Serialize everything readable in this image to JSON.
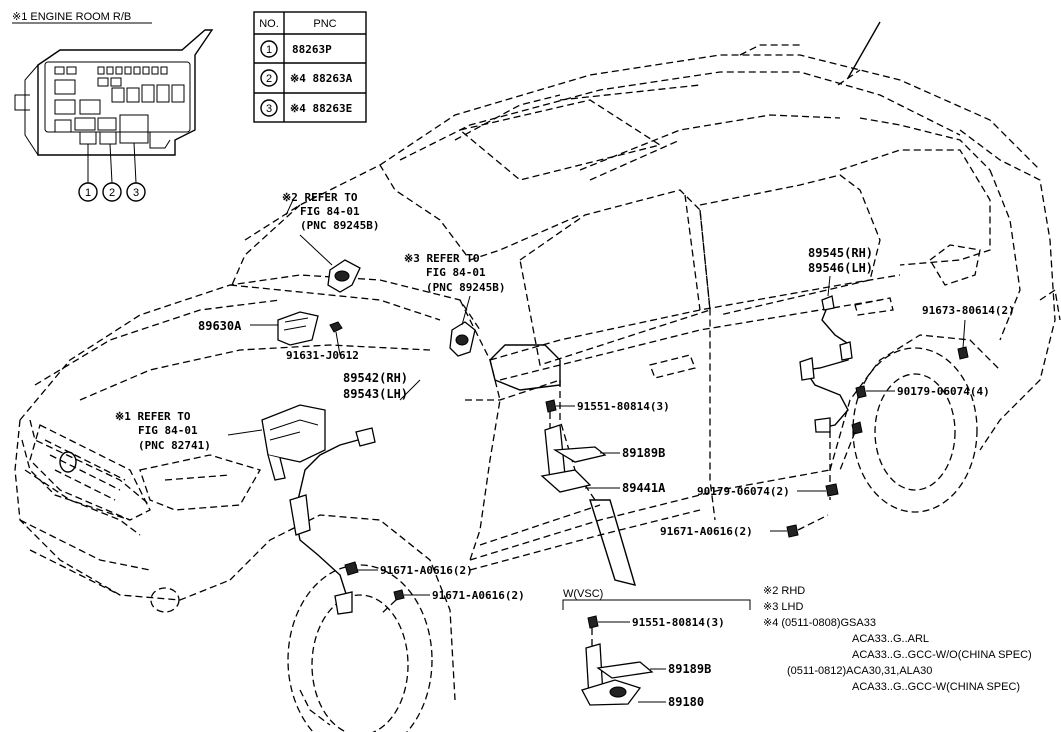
{
  "engine_room": {
    "title": "※1 ENGINE ROOM R/B",
    "markers": [
      "1",
      "2",
      "3"
    ]
  },
  "pnc_table": {
    "headers": [
      "NO.",
      "PNC"
    ],
    "rows": [
      {
        "no": "1",
        "pnc": "88263P"
      },
      {
        "no": "2",
        "pnc": "※4 88263A"
      },
      {
        "no": "3",
        "pnc": "※4 88263E"
      }
    ]
  },
  "refs": {
    "ref2": [
      "※2 REFER TO",
      "FIG 84-01",
      "(PNC 89245B)"
    ],
    "ref3": [
      "※3 REFER TO",
      "FIG 84-01",
      "(PNC 89245B)"
    ],
    "ref1": [
      "※1 REFER TO",
      "FIG 84-01",
      "(PNC 82741)"
    ]
  },
  "parts": {
    "p89630A": "89630A",
    "p91631": "91631-J0612",
    "p89542": "89542(RH)",
    "p89543": "89543(LH)",
    "p89545": "89545(RH)",
    "p89546": "89546(LH)",
    "p91673": "91673-80614(2)",
    "p90179a": "90179-06074(4)",
    "p91551": "91551-80814(3)",
    "p89189B": "89189B",
    "p89441A": "89441A",
    "p90179b": "90179-06074(2)",
    "p91671c": "91671-A0616(2)",
    "p91671a": "91671-A0616(2)",
    "p91671b": "91671-A0616(2)"
  },
  "vsc": {
    "title": "W(VSC)",
    "p91551": "91551-80814(3)",
    "p89189B": "89189B",
    "p89180": "89180"
  },
  "notes": [
    "※2 RHD",
    "※3 LHD",
    "※4 (0511-0808)GSA33",
    "ACA33..G..ARL",
    "ACA33..G..GCC-W/O(CHINA SPEC)",
    "(0511-0812)ACA30,31,ALA30",
    "ACA33..G..GCC-W(CHINA SPEC)"
  ]
}
